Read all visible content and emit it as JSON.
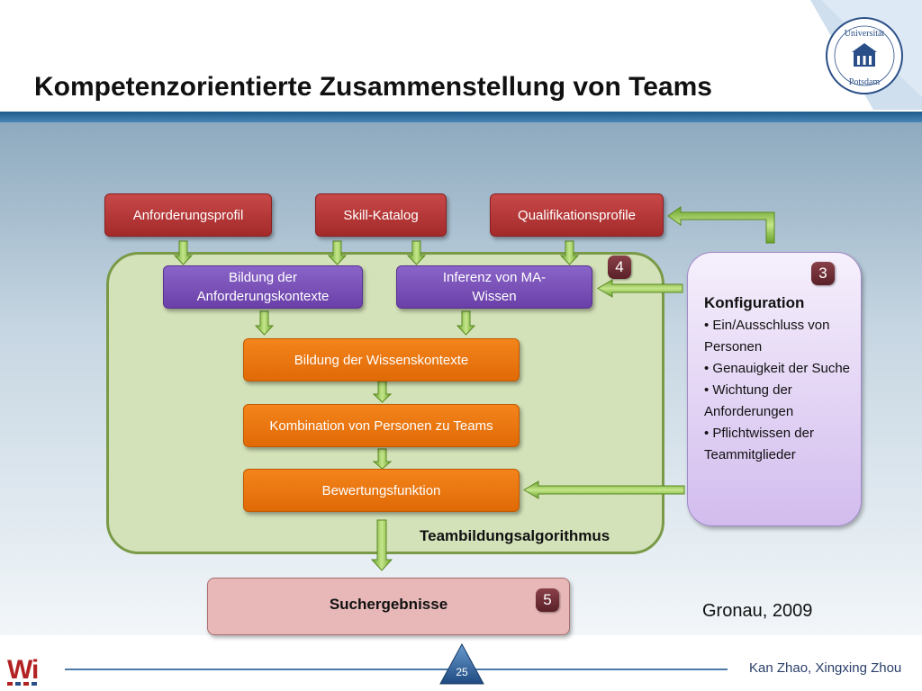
{
  "slide": {
    "title": "Kompetenzorientierte Zusammenstellung von Teams",
    "logo_text": "Wi",
    "page_number": "25",
    "authors": "Kan Zhao, Xingxing Zhou",
    "citation": "Gronau, 2009"
  },
  "university_seal": {
    "text_top": "Universität",
    "text_bottom": "Potsdam"
  },
  "diagram": {
    "inputs": {
      "anforderungsprofil": "Anforderungsprofil",
      "skill_katalog": "Skill-Katalog",
      "qualifikationsprofile": "Qualifikationsprofile"
    },
    "algorithm": {
      "label": "Teambildungsalgorithmus",
      "badge": "4",
      "bildung_anforderungskontexte": "Bildung der Anforderungskontexte",
      "inferenz": "Inferenz von MA-Wissen",
      "bildung_wissenskontexte": "Bildung der Wissenskontexte",
      "kombination": "Kombination von Personen zu Teams",
      "bewertung": "Bewertungsfunktion"
    },
    "config": {
      "badge": "3",
      "title": "Konfiguration",
      "items": [
        "• Ein/Ausschluss von Personen",
        "• Genauigkeit der Suche",
        "• Wichtung der Anforderungen",
        "• Pflichtwissen der Teammitglieder"
      ]
    },
    "result": {
      "label": "Suchergebnisse",
      "badge": "5"
    }
  },
  "colors": {
    "header_band": "#1e5a8a",
    "input_box": "#b23434",
    "process_purple": "#7a52b8",
    "process_orange": "#f07810",
    "algorithm_area": "#d4e2b9",
    "config_area": "#e4d6f4",
    "result_area": "#e8b8b8",
    "arrow": "#8cc63f"
  }
}
